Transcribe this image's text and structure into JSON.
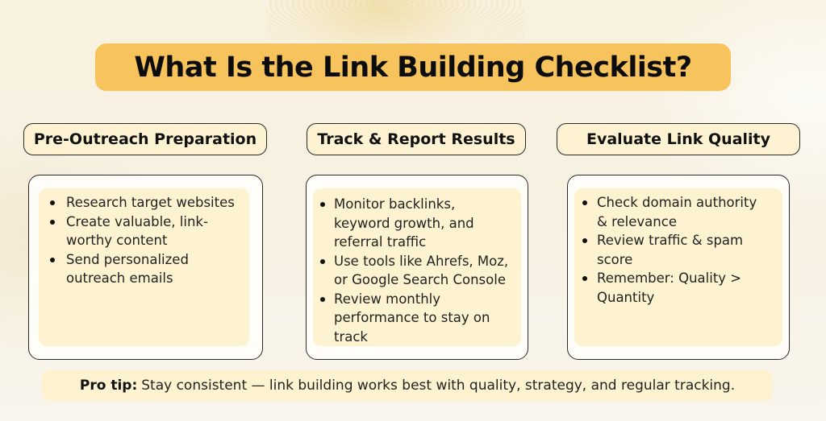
{
  "title": "What Is the Link Building Checklist?",
  "colors": {
    "title_pill": "#f6c35c",
    "header_fill": "#fdf3d2",
    "inner_fill": "#fdf3d0",
    "border": "#2a2a2a",
    "background": "#f8f1df"
  },
  "columns": [
    {
      "header": "Pre-Outreach Preparation",
      "items": [
        "Research target websites",
        "Create valuable, link-worthy content",
        "Send personalized outreach emails"
      ]
    },
    {
      "header": "Track & Report Results",
      "items": [
        "Monitor backlinks, keyword growth, and referral traffic",
        "Use tools like Ahrefs, Moz, or Google Search Console",
        "Review monthly performance to stay on track"
      ]
    },
    {
      "header": "Evaluate Link Quality",
      "items": [
        "Check domain authority & relevance",
        "Review traffic & spam score",
        "Remember: Quality > Quantity"
      ]
    }
  ],
  "protip": {
    "label": "Pro tip:",
    "text": "Stay consistent — link building works best with quality, strategy, and regular tracking."
  }
}
